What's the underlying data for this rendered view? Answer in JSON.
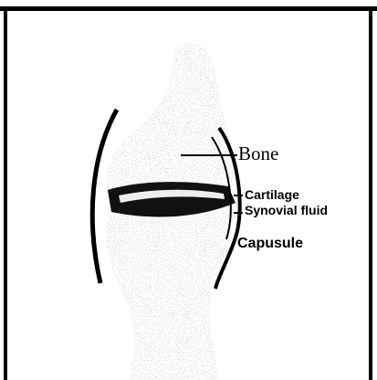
{
  "labels": {
    "bone": "Bone",
    "cartilage": "Cartilage",
    "synovial_fluid": "Synovial  fluid",
    "capsule": "Capusule"
  },
  "colors": {
    "frame": "#000000",
    "ink": "#000000",
    "background": "#ffffff"
  }
}
